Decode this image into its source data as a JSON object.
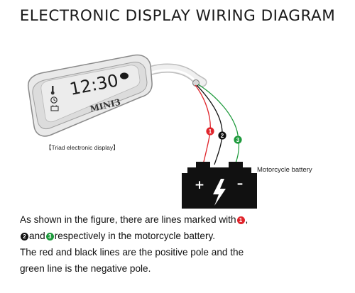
{
  "title": "ELECTRONIC DISPLAY WIRING DIAGRAM",
  "display": {
    "time": "12:30",
    "model": "MINI3",
    "caption": "【Triad electronic display】"
  },
  "battery": {
    "label": "Motorcycle battery",
    "plus": "+",
    "minus": "–"
  },
  "wires": [
    {
      "number": "1",
      "color": "#e0242b",
      "role": "red"
    },
    {
      "number": "2",
      "color": "#111111",
      "role": "black"
    },
    {
      "number": "3",
      "color": "#1e9a3c",
      "role": "green"
    }
  ],
  "description": {
    "line1_a": "As shown in the figure, there are lines marked with",
    "line1_b": ",",
    "line2_a": "and",
    "line2_b": "respectively in the motorcycle battery.",
    "line3": "The red and black lines are the positive pole and the",
    "line4": "green line is the negative pole."
  }
}
